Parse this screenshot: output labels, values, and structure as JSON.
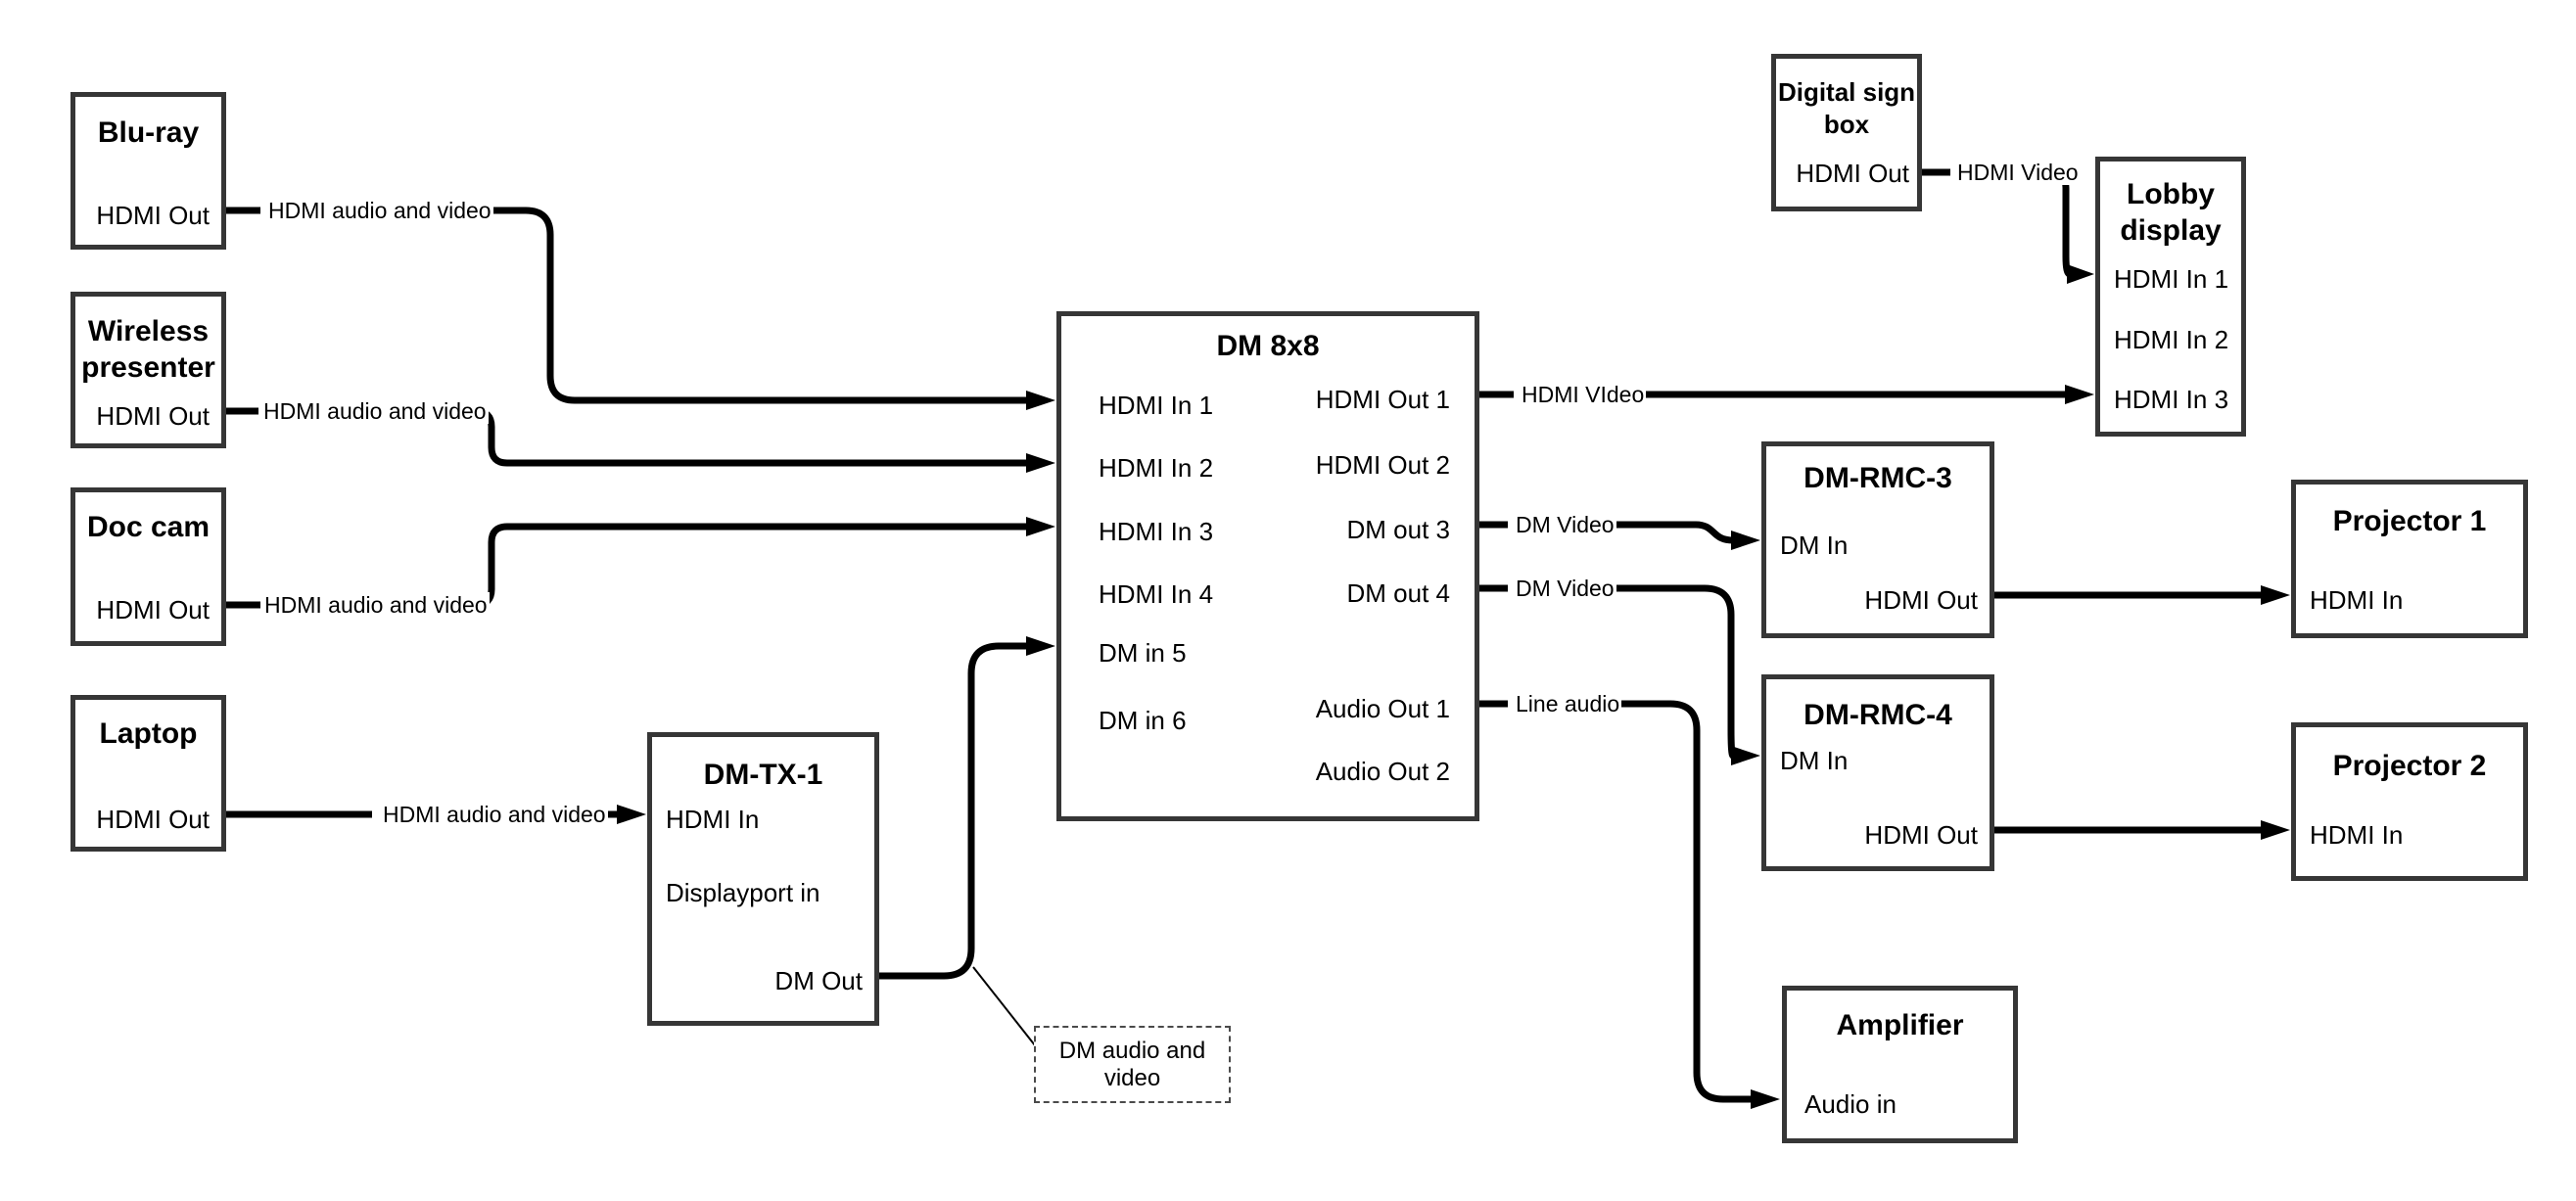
{
  "boxes": {
    "bluray": {
      "title": "Blu-ray",
      "port_out": "HDMI Out"
    },
    "wireless": {
      "title": "Wireless presenter",
      "port_out": "HDMI Out"
    },
    "doccam": {
      "title": "Doc cam",
      "port_out": "HDMI Out"
    },
    "laptop": {
      "title": "Laptop",
      "port_out": "HDMI Out"
    },
    "dmtx1": {
      "title": "DM-TX-1",
      "port_hdmi_in": "HDMI In",
      "port_dp_in": "Displayport in",
      "port_dm_out": "DM Out"
    },
    "dm8x8": {
      "title": "DM 8x8",
      "inputs": [
        "HDMI In 1",
        "HDMI In 2",
        "HDMI In 3",
        "HDMI In 4",
        "DM in 5",
        "DM in 6"
      ],
      "outputs": [
        "HDMI Out 1",
        "HDMI Out 2",
        "DM out 3",
        "DM out 4",
        "Audio Out 1",
        "Audio Out 2"
      ]
    },
    "digital_sign": {
      "title": "Digital sign box",
      "port_out": "HDMI Out"
    },
    "lobby": {
      "title": "Lobby display",
      "inputs": [
        "HDMI In 1",
        "HDMI In 2",
        "HDMI In 3"
      ]
    },
    "rmc3": {
      "title": "DM-RMC-3",
      "port_in": "DM In",
      "port_out": "HDMI Out"
    },
    "rmc4": {
      "title": "DM-RMC-4",
      "port_in": "DM In",
      "port_out": "HDMI Out"
    },
    "proj1": {
      "title": "Projector 1",
      "port_in": "HDMI In"
    },
    "proj2": {
      "title": "Projector 2",
      "port_in": "HDMI In"
    },
    "amplifier": {
      "title": "Amplifier",
      "port_in": "Audio in"
    }
  },
  "connection_labels": {
    "bluray_line": "HDMI audio and video",
    "wireless_line": "HDMI audio and video",
    "doccam_line": "HDMI audio and video",
    "laptop_line": "HDMI audio and video",
    "hdmi_out1_line": "HDMI VIdeo",
    "dm_out3_line": "DM Video",
    "dm_out4_line": "DM Video",
    "audio_out1_line": "Line audio",
    "digital_sign_line": "HDMI Video"
  },
  "annotation": {
    "text": "DM audio and video"
  },
  "colors": {
    "line": "#000000",
    "box_border": "#363636",
    "background": "#ffffff"
  }
}
